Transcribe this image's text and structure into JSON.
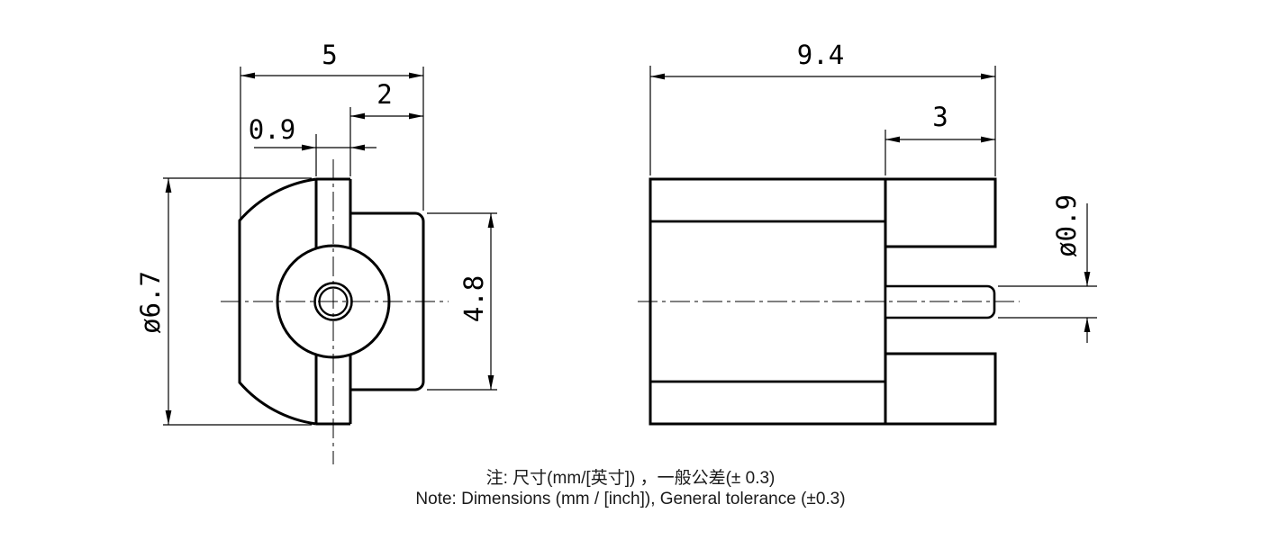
{
  "dimensions": {
    "front": {
      "overall_width": "5",
      "step_depth": "2",
      "tab_width": "0.9",
      "flange_diameter": "ø6.7",
      "body_height": "4.8"
    },
    "side": {
      "overall_length": "9.4",
      "leg_length": "3",
      "pin_diameter": "ø0.9"
    }
  },
  "note": {
    "line1": "注: 尺寸(mm/[英寸]) ，一般公差(± 0.3)",
    "line2": "Note: Dimensions (mm / [inch]), General tolerance (±0.3)"
  },
  "colors": {
    "line": "#000000",
    "background": "#ffffff",
    "note_text": "#1a1a1a"
  }
}
